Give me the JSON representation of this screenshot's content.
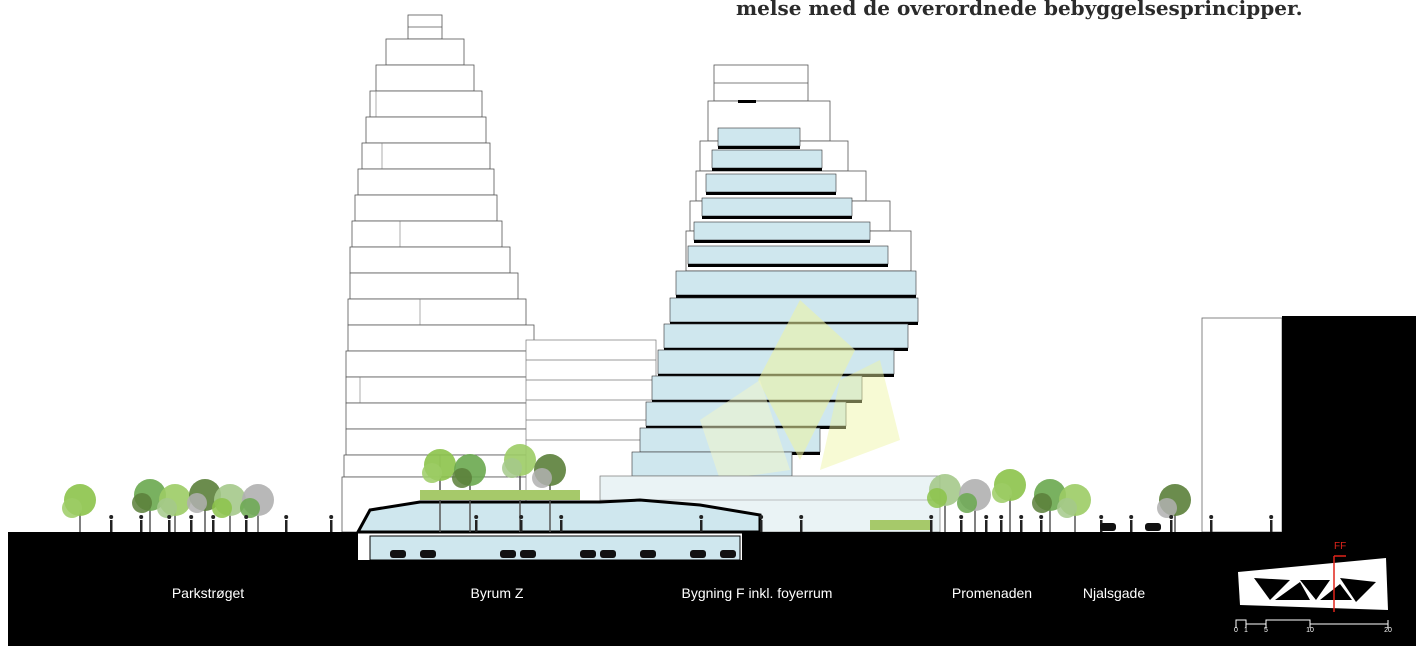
{
  "caption": "melse med de overordnede bebyggelsesprincipper.",
  "zones": [
    {
      "id": "parkstroget",
      "label": "Parkstrøget"
    },
    {
      "id": "byrum-z",
      "label": "Byrum Z"
    },
    {
      "id": "bygning-f",
      "label": "Bygning F  inkl. foyerrum"
    },
    {
      "id": "promenaden",
      "label": "Promenaden"
    },
    {
      "id": "njalsgade",
      "label": "Njalsgade"
    }
  ],
  "key_plan": {
    "section_label": "FF",
    "scale_bar": {
      "ticks": [
        "0",
        "1",
        "5",
        "10",
        "20"
      ]
    }
  },
  "colors": {
    "ground": "#000000",
    "glass": "#cfe7ee",
    "foliage": "#8cc34a",
    "light_cone": "#eef4a0",
    "section_line": "#e0241b"
  }
}
